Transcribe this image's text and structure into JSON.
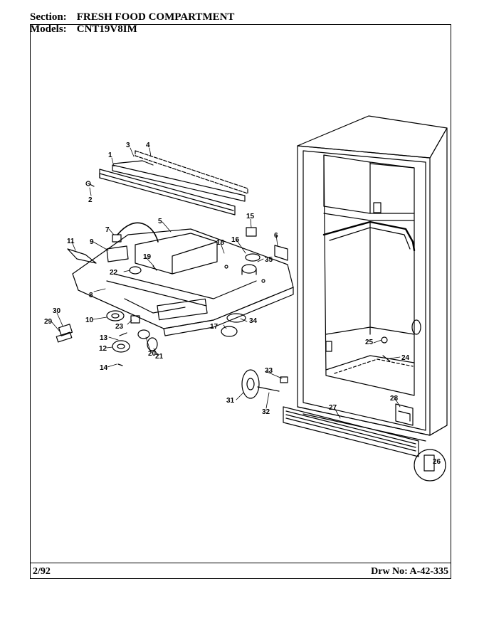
{
  "header": {
    "section_label": "Section:",
    "section_value": "FRESH FOOD COMPARTMENT",
    "models_label": "Models:",
    "models_value": "CNT19V8IM"
  },
  "footer": {
    "date": "2/92",
    "drawing_no": "Drw No: A-42-335"
  },
  "callouts": [
    "1",
    "2",
    "3",
    "4",
    "5",
    "6",
    "7",
    "8",
    "9",
    "10",
    "11",
    "12",
    "13",
    "14",
    "15",
    "16",
    "17",
    "18",
    "19",
    "20",
    "21",
    "22",
    "23",
    "24",
    "25",
    "26",
    "27",
    "28",
    "29",
    "30",
    "31",
    "32",
    "33",
    "34",
    "35"
  ]
}
